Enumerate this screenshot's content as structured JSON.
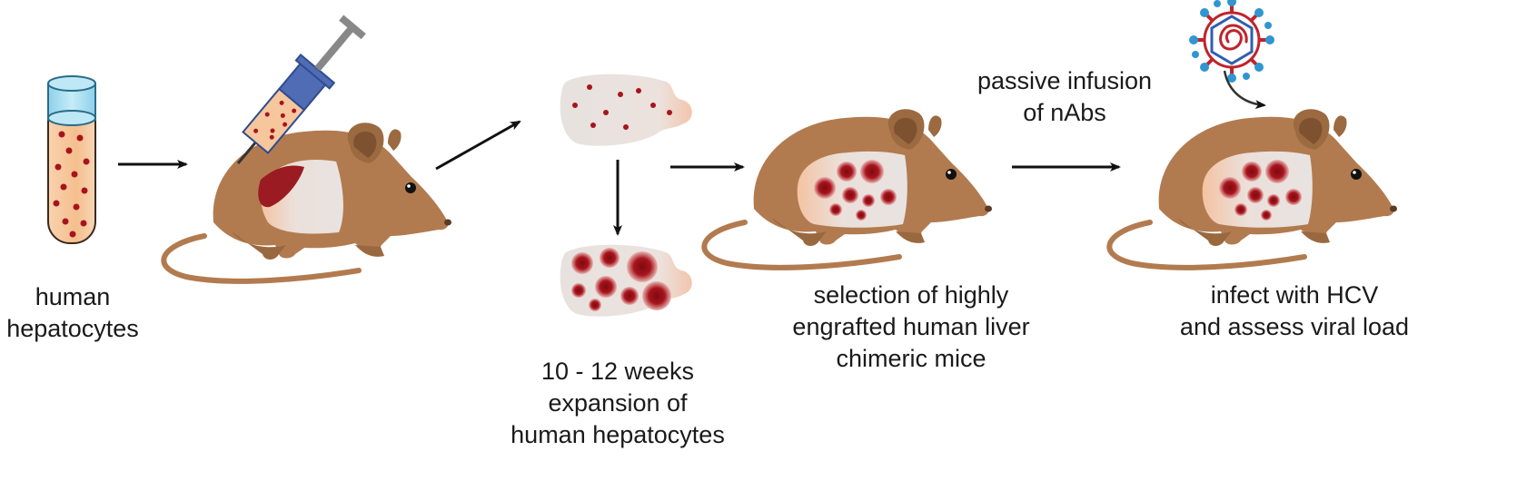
{
  "steps": {
    "hepatocytes": {
      "line1": "human",
      "line2": "hepatocytes"
    },
    "expansion": {
      "line1": "10 - 12 weeks",
      "line2": "expansion of",
      "line3": "human hepatocytes"
    },
    "selection": {
      "line1": "selection of highly",
      "line2": "engrafted human liver",
      "line3": "chimeric mice"
    },
    "infusion": {
      "line1": "passive infusion",
      "line2": "of nAbs"
    },
    "infection": {
      "line1": "infect with HCV",
      "line2": "and assess viral load"
    }
  },
  "colors": {
    "mouse_body": "#b27b4f",
    "mouse_shade": "#8f5f38",
    "ear_inner": "#8a5a33",
    "liver_pale": "#eaded7",
    "liver_shadow": "#f3c9b3",
    "nodule_red": "#a8141d",
    "syringe_blue": "#4f6cb4",
    "tube_fluid": "#f6c79d",
    "tube_cap": "#9fd8ee",
    "virus_blue": "#2f96d1",
    "virus_red": "#c0242b",
    "arrow": "#111111"
  },
  "icons": [
    "test-tube-icon",
    "syringe-icon",
    "mouse-icon",
    "liver-icon",
    "hcv-virus-icon",
    "arrow-icon"
  ]
}
